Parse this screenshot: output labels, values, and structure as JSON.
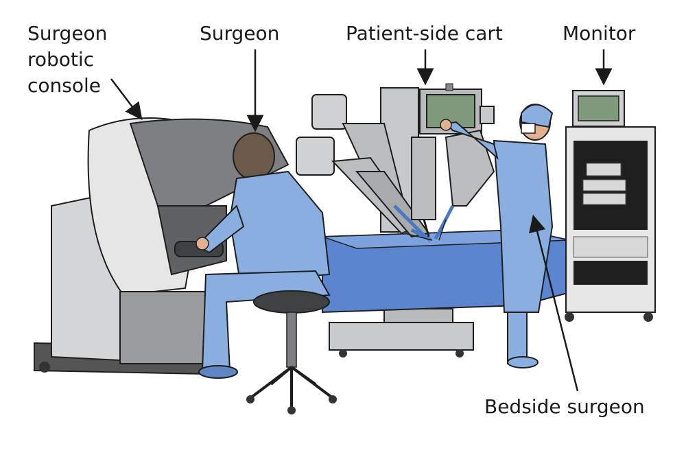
{
  "labels": {
    "console": [
      "Surgeon",
      "robotic",
      "console"
    ],
    "surgeon": "Surgeon",
    "cart": "Patient-side cart",
    "monitor": "Monitor",
    "bedside": "Bedside surgeon"
  },
  "colors": {
    "scrubs": "#8aaee0",
    "scrubs_dark": "#5f86c4",
    "drape": "#5b86cf",
    "console_gray": "#7d7f82",
    "console_light": "#d4d5d6",
    "outline": "#1e1e1e",
    "skin": "#e3b08f"
  },
  "icons": {
    "console": "surgeon-console-illustration",
    "surgeon": "seated-surgeon-illustration",
    "cart": "patient-side-cart-illustration",
    "monitor": "monitor-tower-illustration",
    "bedside": "standing-surgeon-illustration"
  }
}
